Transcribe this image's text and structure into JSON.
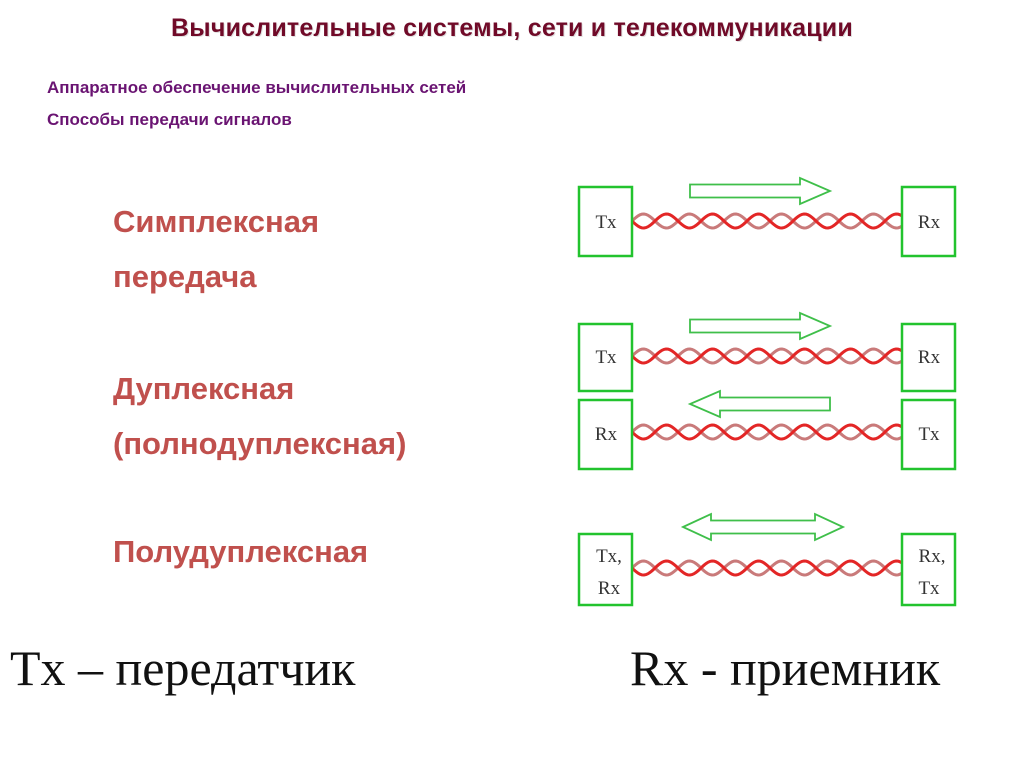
{
  "header": {
    "title": "Вычислительные системы, сети и телекоммуникации"
  },
  "subtitles": [
    "Аппаратное обеспечение вычислительных сетей",
    "Способы передачи сигналов"
  ],
  "modes": {
    "simplex": [
      "Симплексная",
      "передача"
    ],
    "duplex": [
      "Дуплексная",
      "(полнодуплексная)"
    ],
    "half_duplex": [
      "Полудуплексная"
    ]
  },
  "diagram": {
    "simplex": {
      "left": [
        "Tx"
      ],
      "right": [
        "Rx"
      ],
      "arrow": "right"
    },
    "duplex_top": {
      "left": [
        "Tx"
      ],
      "right": [
        "Rx"
      ],
      "arrow": "right"
    },
    "duplex_bottom": {
      "left": [
        "Rx"
      ],
      "right": [
        "Tx"
      ],
      "arrow": "left"
    },
    "half_duplex": {
      "left": [
        "Tx,",
        "Rx"
      ],
      "right": [
        "Rx,",
        "Tx"
      ],
      "arrow": "both"
    }
  },
  "legend": {
    "tx": "Tx – передатчик",
    "rx": "Rx - приемник"
  },
  "colors": {
    "title": "#700a28",
    "subtitle": "#6a1472",
    "mode_label": "#c0504d",
    "box_border": "#22c32e",
    "arrow_outline": "#3fbf4a",
    "cable_dark": "#e32626",
    "cable_light": "#c97a7a"
  }
}
